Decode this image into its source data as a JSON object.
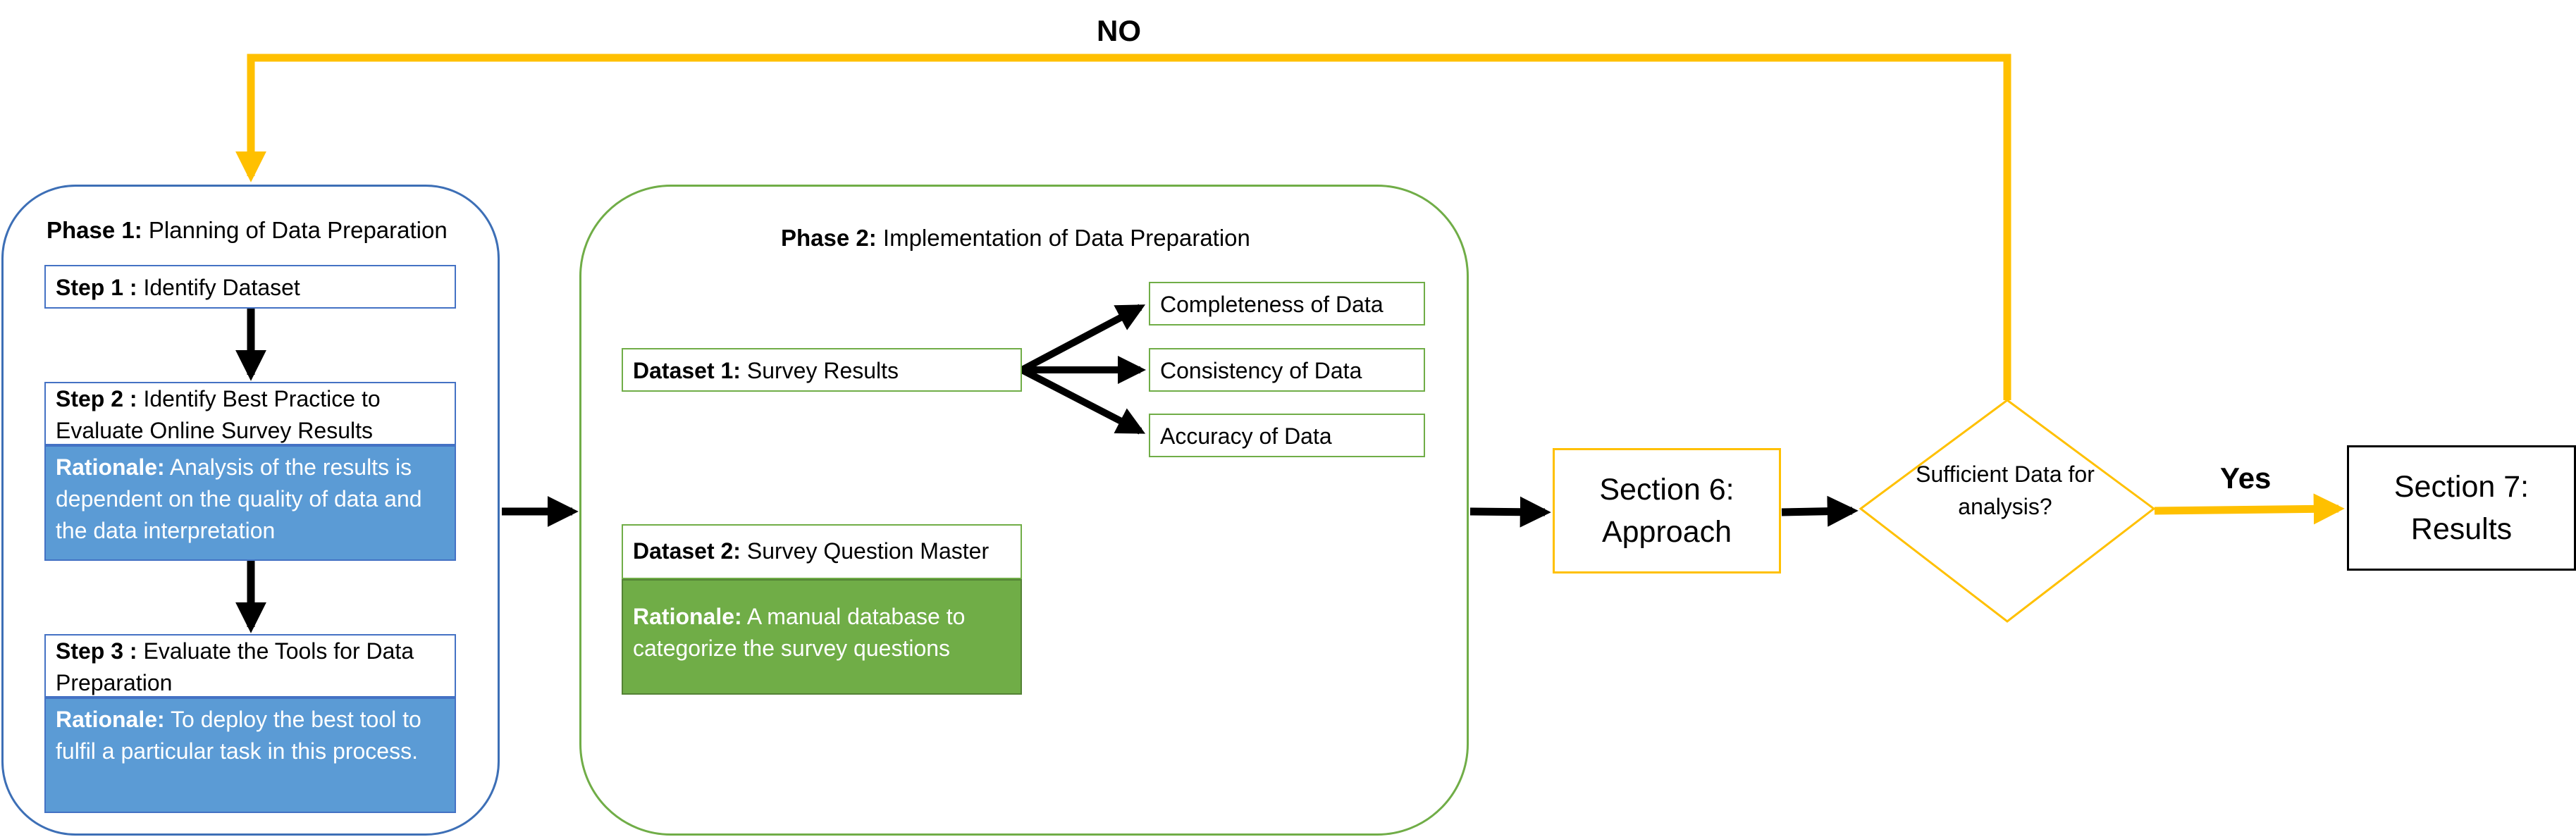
{
  "phase1": {
    "title_bold": "Phase 1:",
    "title_rest": " Planning of Data Preparation",
    "step1": {
      "label": "Step 1 :",
      "text": " Identify Dataset"
    },
    "step2": {
      "label": "Step 2 :",
      "text": " Identify Best Practice to Evaluate Online Survey Results",
      "rationale_label": "Rationale:",
      "rationale_text": " Analysis of the results is dependent on the quality of data and the data interpretation"
    },
    "step3": {
      "label": "Step 3 :",
      "text": " Evaluate the Tools for Data Preparation",
      "rationale_label": "Rationale:",
      "rationale_text": " To deploy the best tool to fulfil a particular task in this process."
    }
  },
  "phase2": {
    "title_bold": "Phase 2:",
    "title_rest": " Implementation of Data Preparation",
    "dataset1": {
      "label": "Dataset 1:",
      "text": " Survey Results"
    },
    "checks": [
      "Completeness of Data",
      "Consistency of Data",
      "Accuracy of Data"
    ],
    "dataset2": {
      "label": "Dataset 2:",
      "text": " Survey Question Master",
      "rationale_label": "Rationale:",
      "rationale_text": " A manual database to categorize the survey questions"
    }
  },
  "section6": {
    "line1": "Section 6:",
    "line2": "Approach"
  },
  "decision": {
    "text": "Sufficient Data for analysis?"
  },
  "section7": {
    "line1": "Section 7:",
    "line2": "Results"
  },
  "labels": {
    "no": "NO",
    "yes": "Yes"
  },
  "colors": {
    "blue_border": "#3d6fb6",
    "blue_fill": "#5b9bd5",
    "green": "#70ad47",
    "yellow": "#ffc000",
    "black": "#000000"
  }
}
